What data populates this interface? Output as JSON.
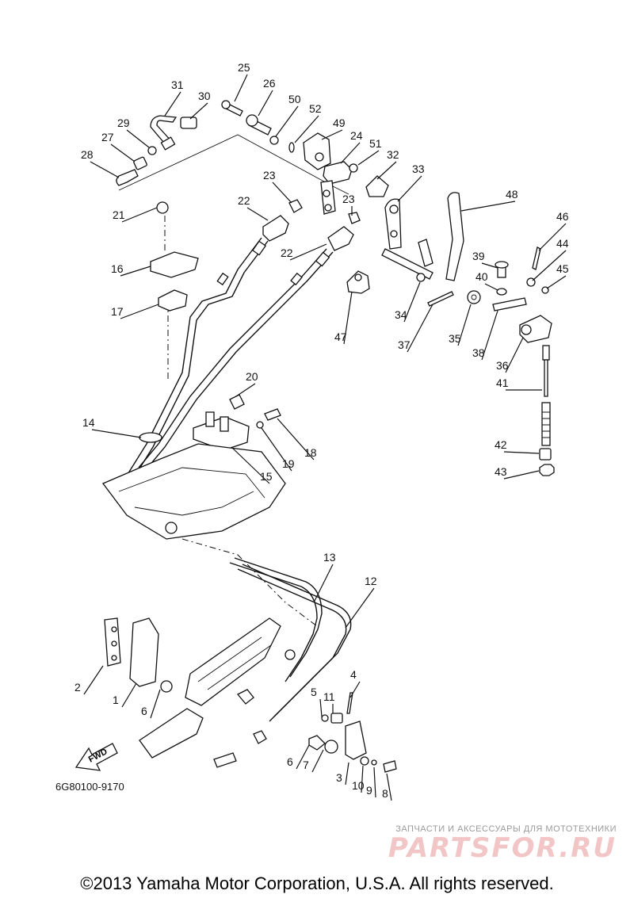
{
  "diagram": {
    "callouts": [
      "1",
      "2",
      "3",
      "4",
      "5",
      "6",
      "6",
      "7",
      "8",
      "9",
      "10",
      "11",
      "12",
      "13",
      "14",
      "15",
      "16",
      "17",
      "18",
      "19",
      "20",
      "21",
      "22",
      "22",
      "23",
      "23",
      "24",
      "25",
      "26",
      "27",
      "28",
      "29",
      "30",
      "31",
      "32",
      "33",
      "34",
      "35",
      "36",
      "37",
      "38",
      "39",
      "40",
      "41",
      "42",
      "43",
      "44",
      "45",
      "46",
      "47",
      "48",
      "49",
      "50",
      "51",
      "52"
    ],
    "drawing_code": "6G80100-9170",
    "fwd_label": "FWD",
    "copyright": "©2013 Yamaha Motor Corporation, U.S.A. All rights reserved.",
    "watermark": {
      "tagline": "ЗАПЧАСТИ И АКСЕССУАРЫ ДЛЯ МОТОТЕХНИКИ",
      "logo": "PARTSFOR.RU"
    },
    "colors": {
      "ink": "#111111",
      "watermark": "#f2c6c6"
    }
  }
}
